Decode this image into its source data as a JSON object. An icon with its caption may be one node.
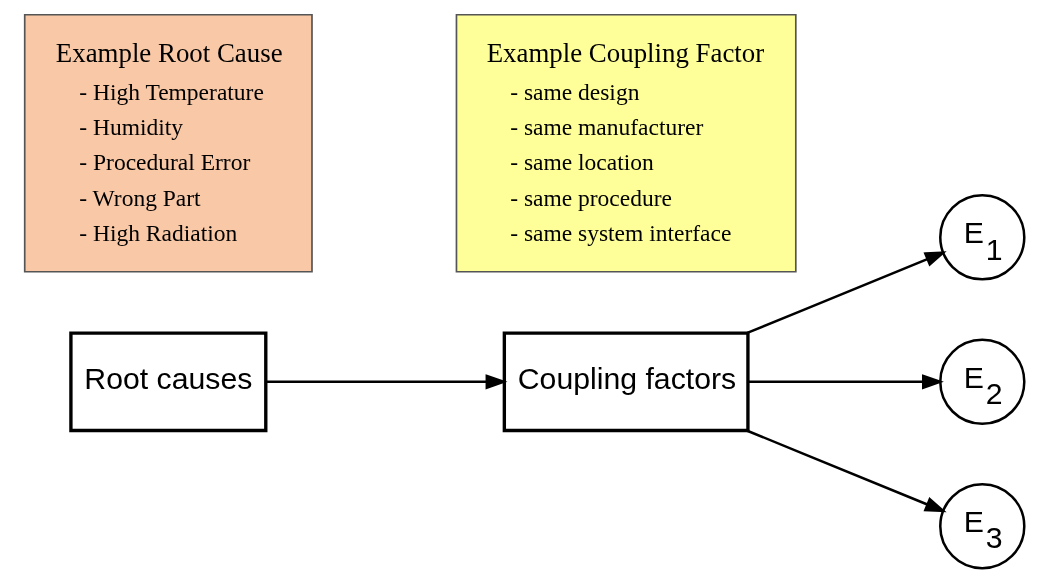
{
  "diagram": {
    "nodes": [
      {
        "text": [
          "Root causes"
        ]
      },
      {
        "text": [
          "Coupling factors"
        ]
      },
      {
        "text": [
          "E$_{1}$"
        ]
      },
      {
        "text": [
          "E$_{2}$"
        ]
      },
      {
        "text": [
          "E$_{3}$"
        ]
      },
      {
        "text": [
          "Example Root Cause",
          "- High Temperature",
          "- Humidity",
          "- Procedural Error",
          "- Wrong Part",
          "- High Radiation"
        ]
      },
      {
        "text": [
          "Example Coupling Factor",
          "- same design",
          "- same manufacturer",
          "- same location",
          "- same procedure",
          "- same system interface"
        ]
      }
    ],
    "edges": [
      {
        "from": 0,
        "to": 1,
        "arrow": "to"
      },
      {
        "from": 1,
        "to": 2,
        "arrow": "to"
      },
      {
        "from": 1,
        "to": 3,
        "arrow": "to"
      },
      {
        "from": 1,
        "to": 4,
        "arrow": "to"
      }
    ]
  }
}
